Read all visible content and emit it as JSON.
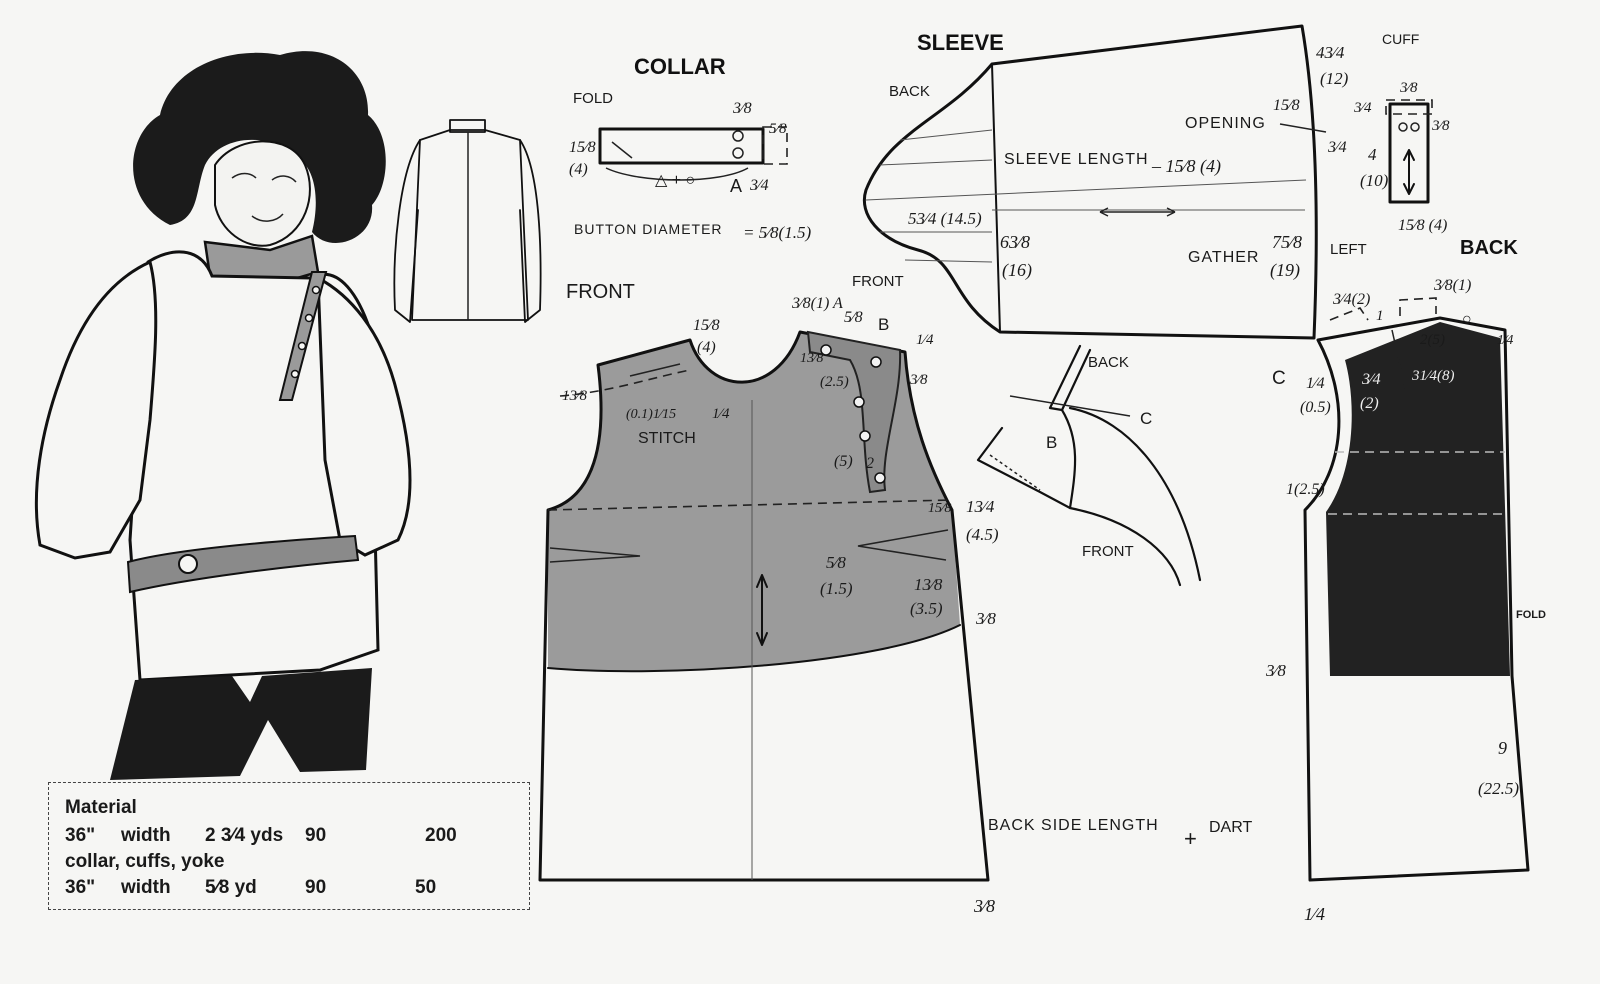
{
  "labels": {
    "collar": "COLLAR",
    "fold": "FOLD",
    "collar_w": "3⁄8",
    "collar_end": "5⁄8",
    "collar_left": "15⁄8",
    "collar_left_cm": "(4)",
    "collar_formula": "△ + ○",
    "collar_a": "A",
    "collar_a_val": "3⁄4",
    "button_diameter": "BUTTON DIAMETER",
    "button_diameter_val": "= 5⁄8(1.5)",
    "sleeve": "SLEEVE",
    "sleeve_back": "BACK",
    "sleeve_length": "SLEEVE LENGTH",
    "sleeve_len_val": "– 15⁄8 (4)",
    "sleeve_w": "53⁄4 (14.5)",
    "sleeve_cap": "63⁄8",
    "sleeve_cap_cm": "(16)",
    "opening": "OPENING",
    "opening_val": "15⁄8",
    "opening_r": "3⁄4",
    "sleeve_top": "43⁄4",
    "sleeve_top_cm": "(12)",
    "gather": "GATHER",
    "gather_val": "75⁄8",
    "gather_cm": "(19)",
    "sleeve_front": "FRONT",
    "cuff": "CUFF",
    "cuff_top": "3⁄8",
    "cuff_l": "3⁄4",
    "cuff_r": "3⁄8",
    "cuff_h": "4",
    "cuff_h_cm": "(10)",
    "cuff_w": "15⁄8 (4)",
    "front": "FRONT",
    "front_a": "3⁄8(1) A",
    "front_58": "5⁄8",
    "front_b": "B",
    "front_14": "1⁄4",
    "front_158": "15⁄8",
    "front_158cm": "(4)",
    "front_138l": "13⁄8",
    "front_138": "13⁄8",
    "front_25": "(2.5)",
    "front_0115": "(0.1)1⁄15",
    "front_14b": "1⁄4",
    "stitch": "STITCH",
    "front_38": "3⁄8",
    "front_5": "(5)",
    "front_2": "2",
    "front_158b": "15⁄8",
    "front_134": "13⁄4",
    "front_45": "(4.5)",
    "front_58b": "5⁄8",
    "front_15": "(1.5)",
    "front_138b": "13⁄8",
    "front_35": "(3.5)",
    "front_38b": "3⁄8",
    "front_38c": "3⁄8",
    "detail_back": "BACK",
    "detail_c": "C",
    "detail_b": "B",
    "detail_front": "FRONT",
    "back_side": "BACK SIDE LENGTH",
    "plus": "+",
    "dart": "DART",
    "left": "LEFT",
    "back": "BACK",
    "back_381": "3⁄8(1)",
    "back_342": "3⁄4(2)",
    "back_1": "1",
    "back_2_5": "2(5)",
    "back_o": "○",
    "back_14r": "1⁄4",
    "back_c": "C",
    "back_14": "1⁄4",
    "back_05": "(0.5)",
    "back_34": "3⁄4",
    "back_2": "(2)",
    "back_318": "31⁄4(8)",
    "back_125": "1(2.5)",
    "back_fold": "FOLD",
    "back_38": "3⁄8",
    "back_9": "9",
    "back_225": "(22.5)",
    "back_14b": "1⁄4"
  },
  "material": {
    "title": "Material",
    "r1_a": "36\"",
    "r1_b": "width",
    "r1_c": "2 3⁄4 yds",
    "r1_d": "90",
    "r1_e": "200",
    "r2_a": "collar, cuffs, yoke",
    "r3_a": "36\"",
    "r3_b": "width",
    "r3_c": "5⁄8 yd",
    "r3_d": "90",
    "r3_e": "50"
  }
}
